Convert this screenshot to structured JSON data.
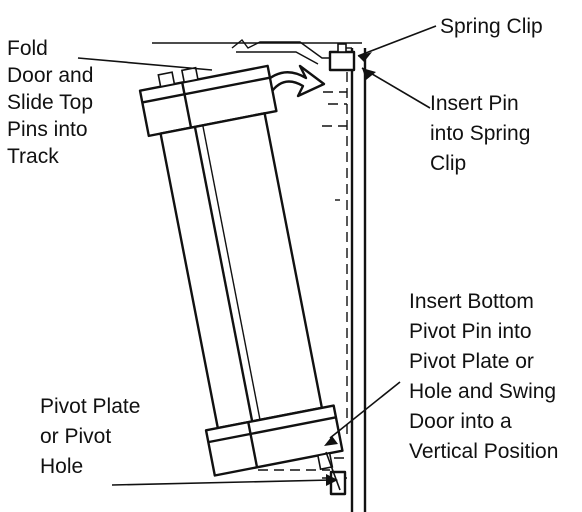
{
  "labels": {
    "spring_clip": "Spring Clip",
    "fold_door": [
      "Fold",
      "Door and",
      "Slide Top",
      "Pins into",
      "Track"
    ],
    "insert_pin": [
      "Insert Pin",
      "into Spring",
      "Clip"
    ],
    "insert_bottom": [
      "Insert Bottom",
      "Pivot Pin into",
      "Pivot Plate or",
      "Hole and Swing",
      "Door into a",
      "Vertical Position"
    ],
    "pivot_plate": [
      "Pivot Plate",
      "or Pivot",
      "Hole"
    ]
  }
}
